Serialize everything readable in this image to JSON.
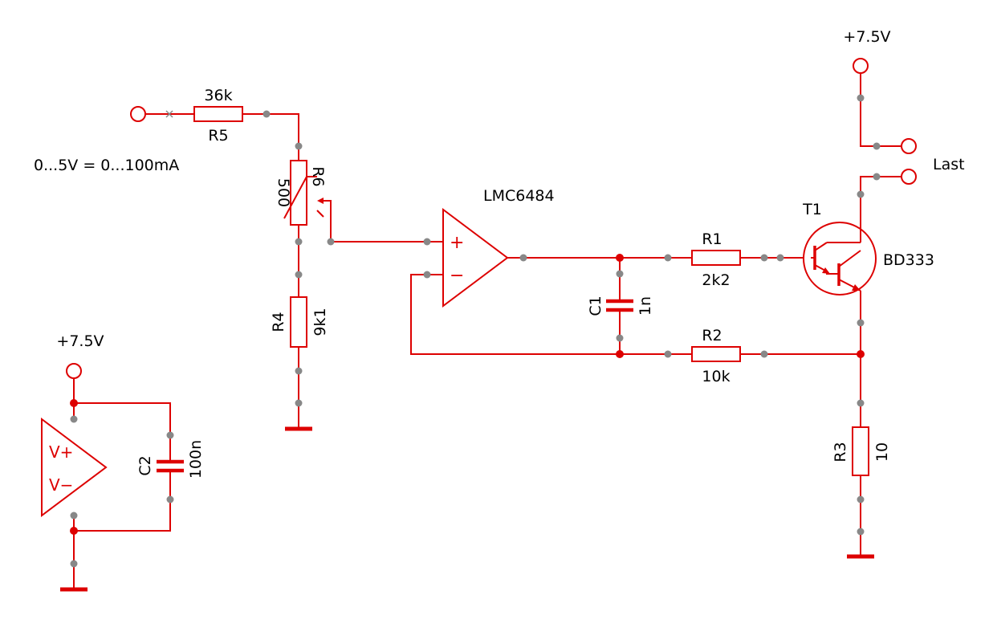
{
  "labels": {
    "r5_value": "36k",
    "r5_ref": "R5",
    "range": "0...5V = 0...100mA",
    "r6_value": "500",
    "r6_ref": "R6",
    "r4_ref": "R4",
    "r4_value": "9k1",
    "opamp_part": "LMC6484",
    "opamp_plus": "+",
    "opamp_minus": "−",
    "r1_ref": "R1",
    "r1_value": "2k2",
    "c1_ref": "C1",
    "c1_value": "1n",
    "r2_ref": "R2",
    "r2_value": "10k",
    "t1_ref": "T1",
    "t1_part": "BD333",
    "supply_top": "+7.5V",
    "load": "Last",
    "r3_ref": "R3",
    "r3_value": "10",
    "supply_left": "+7.5V",
    "vplus": "V+",
    "vminus": "V−",
    "c2_ref": "C2",
    "c2_value": "100n"
  },
  "colors": {
    "wire": "#dd0000",
    "pin": "#888888",
    "text": "#000000"
  }
}
